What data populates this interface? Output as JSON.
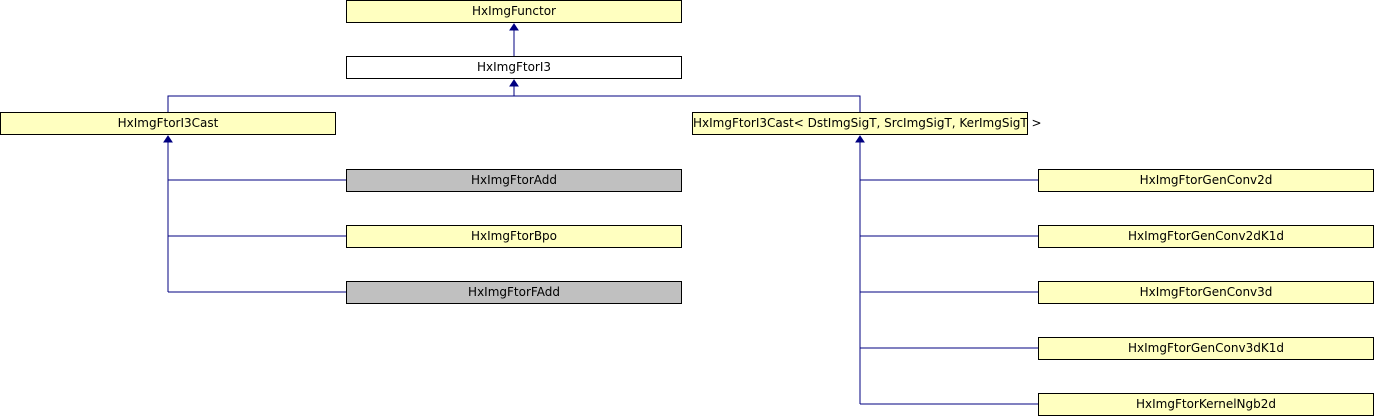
{
  "colors": {
    "documented": "#ffffc0",
    "current": "#ffffff",
    "undocumented": "#c0c0c0",
    "edge": "#000080"
  },
  "classes": {
    "functor": "HxImgFunctor",
    "ftorI3": "HxImgFtorI3",
    "ftorI3Cast": "HxImgFtorI3Cast",
    "ftorI3CastTemplate": "HxImgFtorI3Cast< DstImgSigT, SrcImgSigT, KerImgSigT >",
    "ftorAdd": "HxImgFtorAdd",
    "ftorBpo": "HxImgFtorBpo",
    "ftorFAdd": "HxImgFtorFAdd",
    "genConv2d": "HxImgFtorGenConv2d",
    "genConv2dK1d": "HxImgFtorGenConv2dK1d",
    "genConv3d": "HxImgFtorGenConv3d",
    "genConv3dK1d": "HxImgFtorGenConv3dK1d",
    "kernelNgb2d": "HxImgFtorKernelNgb2d"
  }
}
